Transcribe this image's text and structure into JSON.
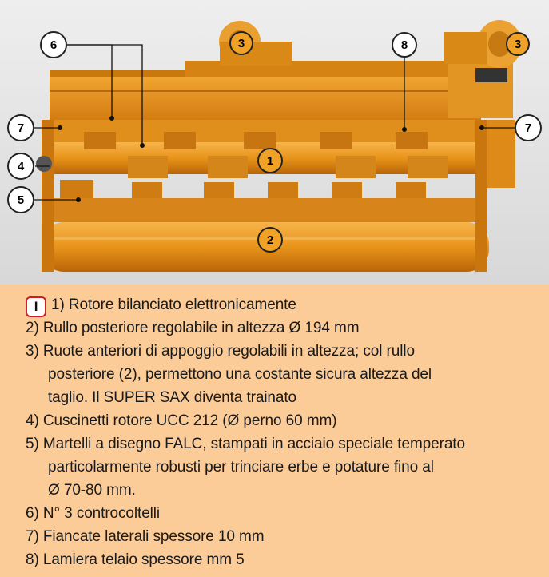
{
  "colors": {
    "machine": "#e8941a",
    "panel": "#fbcb98",
    "callout_border": "#222222",
    "badge_border": "#cc2020"
  },
  "photo": {
    "callouts": [
      {
        "id": "c6",
        "label": "6"
      },
      {
        "id": "c3a",
        "label": "3"
      },
      {
        "id": "c8",
        "label": "8"
      },
      {
        "id": "c3b",
        "label": "3"
      },
      {
        "id": "c7a",
        "label": "7"
      },
      {
        "id": "c7b",
        "label": "7"
      },
      {
        "id": "c4",
        "label": "4"
      },
      {
        "id": "c1",
        "label": "1"
      },
      {
        "id": "c5",
        "label": "5"
      },
      {
        "id": "c2",
        "label": "2"
      }
    ]
  },
  "legend": {
    "language_badge": "I",
    "items": [
      {
        "lines": [
          "1) Rotore bilanciato elettronicamente"
        ]
      },
      {
        "lines": [
          "2) Rullo posteriore regolabile in altezza Ø 194 mm"
        ]
      },
      {
        "lines": [
          "3) Ruote anteriori di appoggio regolabili in altezza; col rullo",
          "posteriore (2), permettono una costante sicura altezza del",
          "taglio. Il SUPER SAX diventa trainato"
        ]
      },
      {
        "lines": [
          "4) Cuscinetti rotore UCC 212 (Ø perno 60 mm)"
        ]
      },
      {
        "lines": [
          "5) Martelli a disegno FALC, stampati in acciaio speciale temperato",
          "particolarmente robusti per trinciare erbe e potature fino al",
          "Ø 70-80 mm."
        ]
      },
      {
        "lines": [
          "6) N° 3 controcoltelli"
        ]
      },
      {
        "lines": [
          "7) Fiancate laterali spessore 10 mm"
        ]
      },
      {
        "lines": [
          "8) Lamiera telaio spessore mm 5"
        ]
      }
    ]
  }
}
